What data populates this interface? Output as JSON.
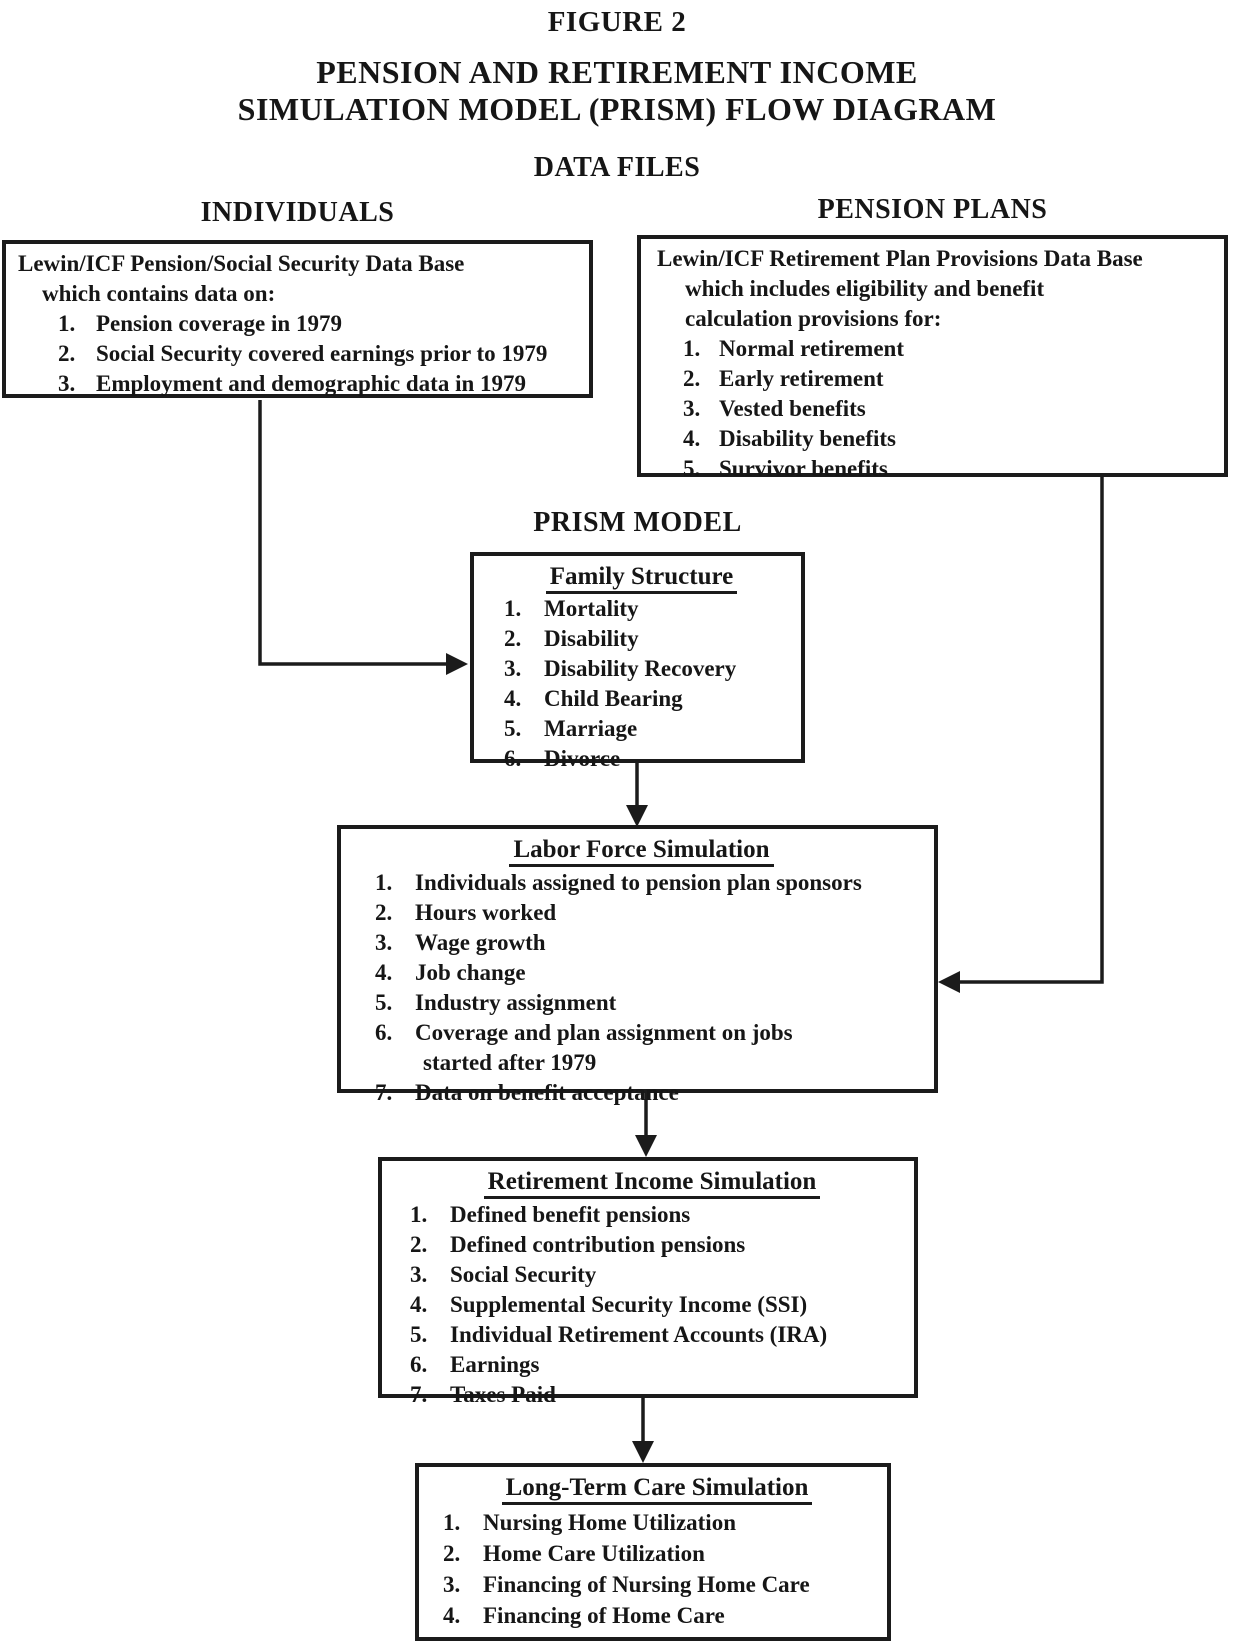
{
  "figure_label": "FIGURE 2",
  "title_line1": "PENSION AND RETIREMENT INCOME",
  "title_line2": "SIMULATION MODEL (PRISM) FLOW DIAGRAM",
  "data_files_heading": "DATA FILES",
  "individuals": {
    "heading": "INDIVIDUALS",
    "box": {
      "line1": "Lewin/ICF Pension/Social Security Data Base",
      "line2": "which contains data on:",
      "items": [
        {
          "n": "1.",
          "t": "Pension coverage in 1979"
        },
        {
          "n": "2.",
          "t": "Social Security covered earnings prior to 1979"
        },
        {
          "n": "3.",
          "t": "Employment and demographic data in 1979"
        }
      ]
    }
  },
  "pension_plans": {
    "heading": "PENSION PLANS",
    "box": {
      "line1": "Lewin/ICF Retirement Plan Provisions Data Base",
      "line2": "which includes eligibility and benefit",
      "line3": "calculation provisions for:",
      "items": [
        {
          "n": "1.",
          "t": "Normal retirement"
        },
        {
          "n": "2.",
          "t": "Early retirement"
        },
        {
          "n": "3.",
          "t": "Vested benefits"
        },
        {
          "n": "4.",
          "t": "Disability benefits"
        },
        {
          "n": "5.",
          "t": "Survivor benefits"
        }
      ]
    }
  },
  "prism_heading": "PRISM MODEL",
  "family_structure": {
    "title": "Family Structure",
    "items": [
      {
        "n": "1.",
        "t": "Mortality"
      },
      {
        "n": "2.",
        "t": "Disability"
      },
      {
        "n": "3.",
        "t": "Disability Recovery"
      },
      {
        "n": "4.",
        "t": "Child Bearing"
      },
      {
        "n": "5.",
        "t": "Marriage"
      },
      {
        "n": "6.",
        "t": "Divorce"
      }
    ]
  },
  "labor_force": {
    "title": "Labor Force Simulation",
    "items": [
      {
        "n": "1.",
        "t": "Individuals assigned to pension plan sponsors"
      },
      {
        "n": "2.",
        "t": "Hours worked"
      },
      {
        "n": "3.",
        "t": "Wage growth"
      },
      {
        "n": "4.",
        "t": "Job change"
      },
      {
        "n": "5.",
        "t": "Industry assignment"
      },
      {
        "n": "6.",
        "t": "Coverage and plan assignment on jobs",
        "t2": "started after 1979"
      },
      {
        "n": "7.",
        "t": "Data on benefit acceptance"
      }
    ]
  },
  "retirement_income": {
    "title": "Retirement Income Simulation",
    "items": [
      {
        "n": "1.",
        "t": "Defined benefit pensions"
      },
      {
        "n": "2.",
        "t": "Defined contribution pensions"
      },
      {
        "n": "3.",
        "t": "Social Security"
      },
      {
        "n": "4.",
        "t": "Supplemental Security Income (SSI)"
      },
      {
        "n": "5.",
        "t": "Individual Retirement Accounts (IRA)"
      },
      {
        "n": "6.",
        "t": "Earnings"
      },
      {
        "n": "7.",
        "t": "Taxes Paid"
      }
    ]
  },
  "long_term_care": {
    "title": "Long-Term Care Simulation",
    "items": [
      {
        "n": "1.",
        "t": "Nursing Home Utilization"
      },
      {
        "n": "2.",
        "t": "Home Care Utilization"
      },
      {
        "n": "3.",
        "t": "Financing of Nursing Home Care"
      },
      {
        "n": "4.",
        "t": "Financing of Home Care"
      }
    ]
  },
  "colors": {
    "ink": "#1b1b1b",
    "paper": "#ffffff"
  }
}
